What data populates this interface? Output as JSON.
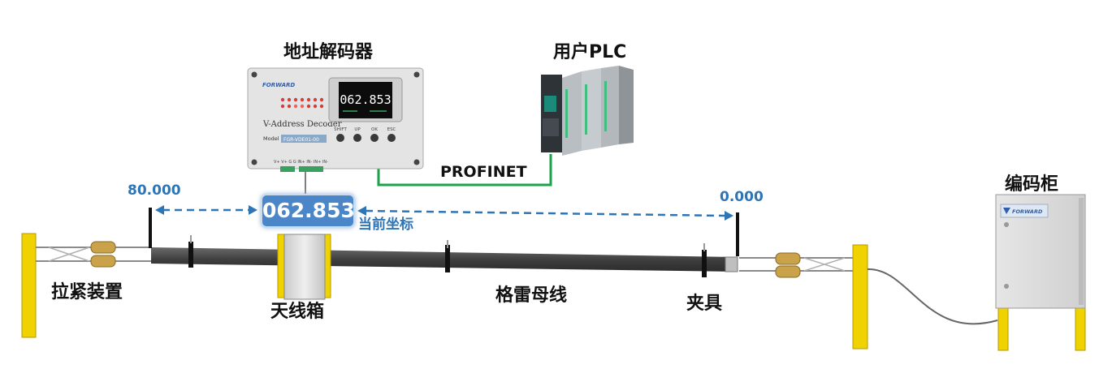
{
  "labels": {
    "decoder": "地址解码器",
    "plc": "用户PLC",
    "cabinet": "编码柜",
    "network": "PROFINET",
    "tensioner": "拉紧装置",
    "antenna_box": "天线箱",
    "busbar": "格雷母线",
    "clamp": "夹具",
    "current_coord": "当前坐标"
  },
  "readouts": {
    "left_end": "80.000",
    "right_end": "0.000",
    "current_value": "062.853"
  },
  "decoder_panel": {
    "brand": "FORWARD",
    "title": "V-Address Decoder",
    "model_label": "Model",
    "model": "FGR-VDE01-00",
    "screen_value": "062.853",
    "buttons": [
      "SHIFT",
      "UP",
      "OK",
      "ESC"
    ],
    "terminals": "V+ V+ G G   IN+ IN- IN+ IN-"
  },
  "cabinet_panel": {
    "brand": "FORWARD"
  },
  "colors": {
    "accent_blue": "#2e75b6",
    "profinet_green": "#1aa34a",
    "post_yellow": "#f0d200",
    "busbar": "#4a4a4a"
  }
}
